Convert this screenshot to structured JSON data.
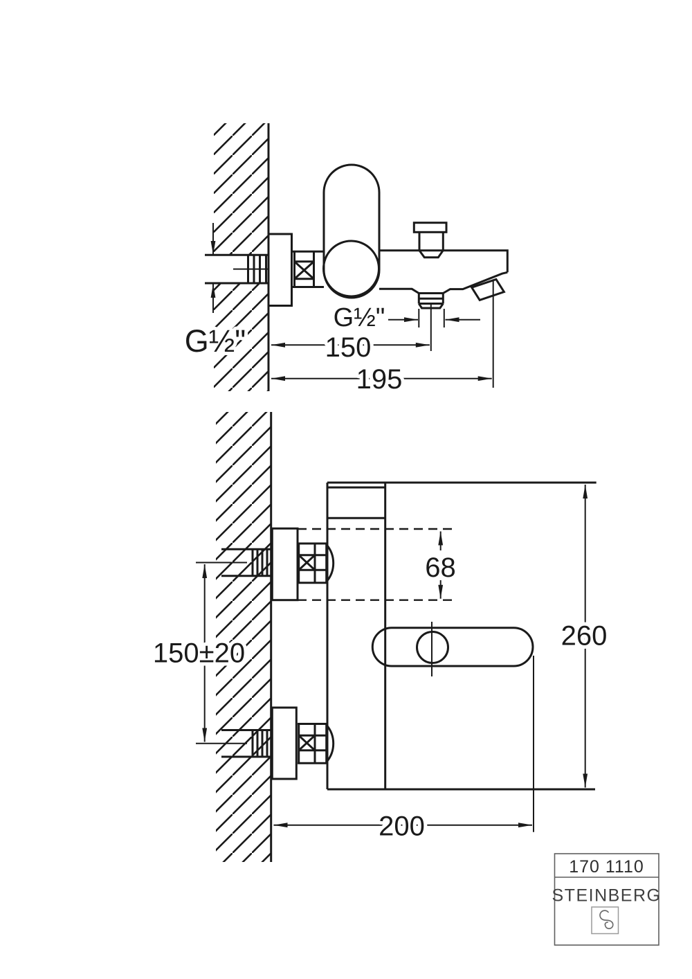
{
  "drawing": {
    "line_color": "#1a1a1a",
    "background_color": "#ffffff"
  },
  "side_view": {
    "inlet_thread_label": "G½\"",
    "spout_thread_label": "G½\"",
    "dim_wall_to_aerator": "150",
    "dim_wall_to_spout_tip": "195"
  },
  "front_view": {
    "dim_cartridge_offset": "68",
    "dim_total_height": "260",
    "dim_inlet_spacing": "150±20",
    "dim_wall_to_handle_end": "200"
  },
  "title_block": {
    "article_number": "170 1110",
    "brand": "STEINBERG",
    "logo_icon": "steinberg-logo"
  }
}
